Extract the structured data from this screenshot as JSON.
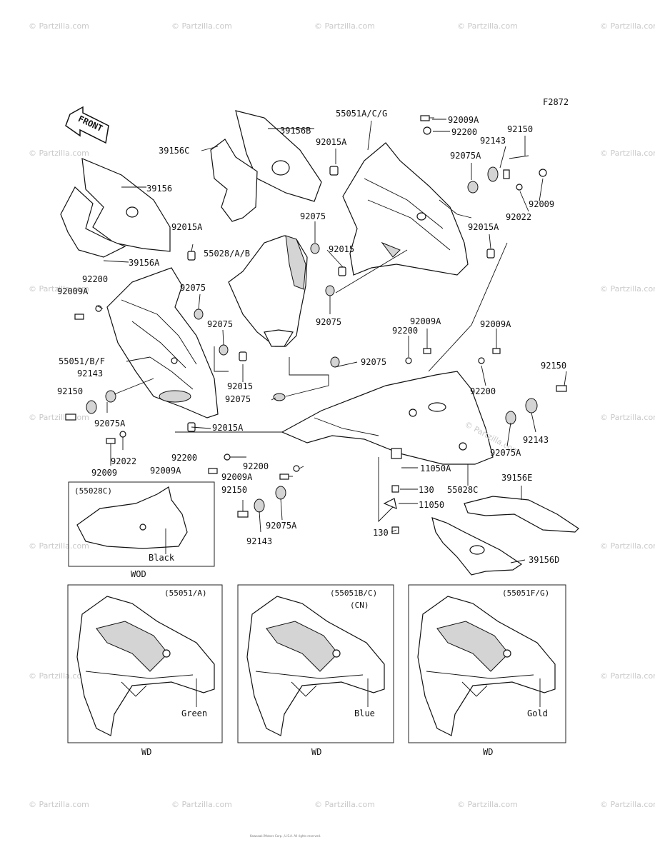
{
  "figure_code": "F2872",
  "front_label": "FRONT",
  "watermarks": [
    "© Partzilla.com"
  ],
  "watermark_center": "© Partzilla.com",
  "labels": {
    "l39156B": "39156B",
    "l39156C": "39156C",
    "l39156": "39156",
    "l39156A": "39156A",
    "l55051ACG": "55051A/C/G",
    "l92009A_top": "92009A",
    "l92200_top": "92200",
    "l92015A_top": "92015A",
    "l92143_top": "92143",
    "l92150_top": "92150",
    "l92075A_top": "92075A",
    "l92009_top": "92009",
    "l92022_top": "92022",
    "l92015A_r": "92015A",
    "l92075_c1": "92075",
    "l92015_c": "92015",
    "l92075_c2": "92075",
    "l55028AB": "55028/A/B",
    "l92015A_l": "92015A",
    "l92200_l": "92200",
    "l92009A_l": "92009A",
    "l92075_l1": "92075",
    "l92075_l2": "92075",
    "l55051BF": "55051/B/F",
    "l92143_l": "92143",
    "l92150_l": "92150",
    "l92075A_l": "92075A",
    "l92015_l": "92015",
    "l92075_m": "92075",
    "l92075_m2": "92075",
    "l92015A_b": "92015A",
    "l92022_l": "92022",
    "l92009_l": "92009",
    "l92200_m": "92200",
    "l92009A_m": "92009A",
    "l92009A_mr": "92009A",
    "l92200_mr": "92200",
    "l92009A_r": "92009A",
    "l92200_r": "92200",
    "l92150_r": "92150",
    "l92143_r": "92143",
    "l92075A_r": "92075A",
    "l92200_b": "92200",
    "l92009A_b": "92009A",
    "l92150_b": "92150",
    "l92143_b": "92143",
    "l92075A_b": "92075A",
    "l11050A": "11050A",
    "l130a": "130",
    "l55028C": "55028C",
    "l11050": "11050",
    "l130b": "130",
    "l39156E": "39156E",
    "l39156D": "39156D"
  },
  "inset_wod": {
    "title": "(55028C)",
    "color": "Black",
    "caption": "WOD"
  },
  "variants": [
    {
      "title": "(55051/A)",
      "sub": "",
      "color": "Green",
      "caption": "WD"
    },
    {
      "title": "(55051B/C)",
      "sub": "(CN)",
      "color": "Blue",
      "caption": "WD"
    },
    {
      "title": "(55051F/G)",
      "sub": "",
      "color": "Gold",
      "caption": "WD"
    }
  ],
  "footer_text": "Kawasaki Motors Corp., U.S.A. All rights reserved."
}
